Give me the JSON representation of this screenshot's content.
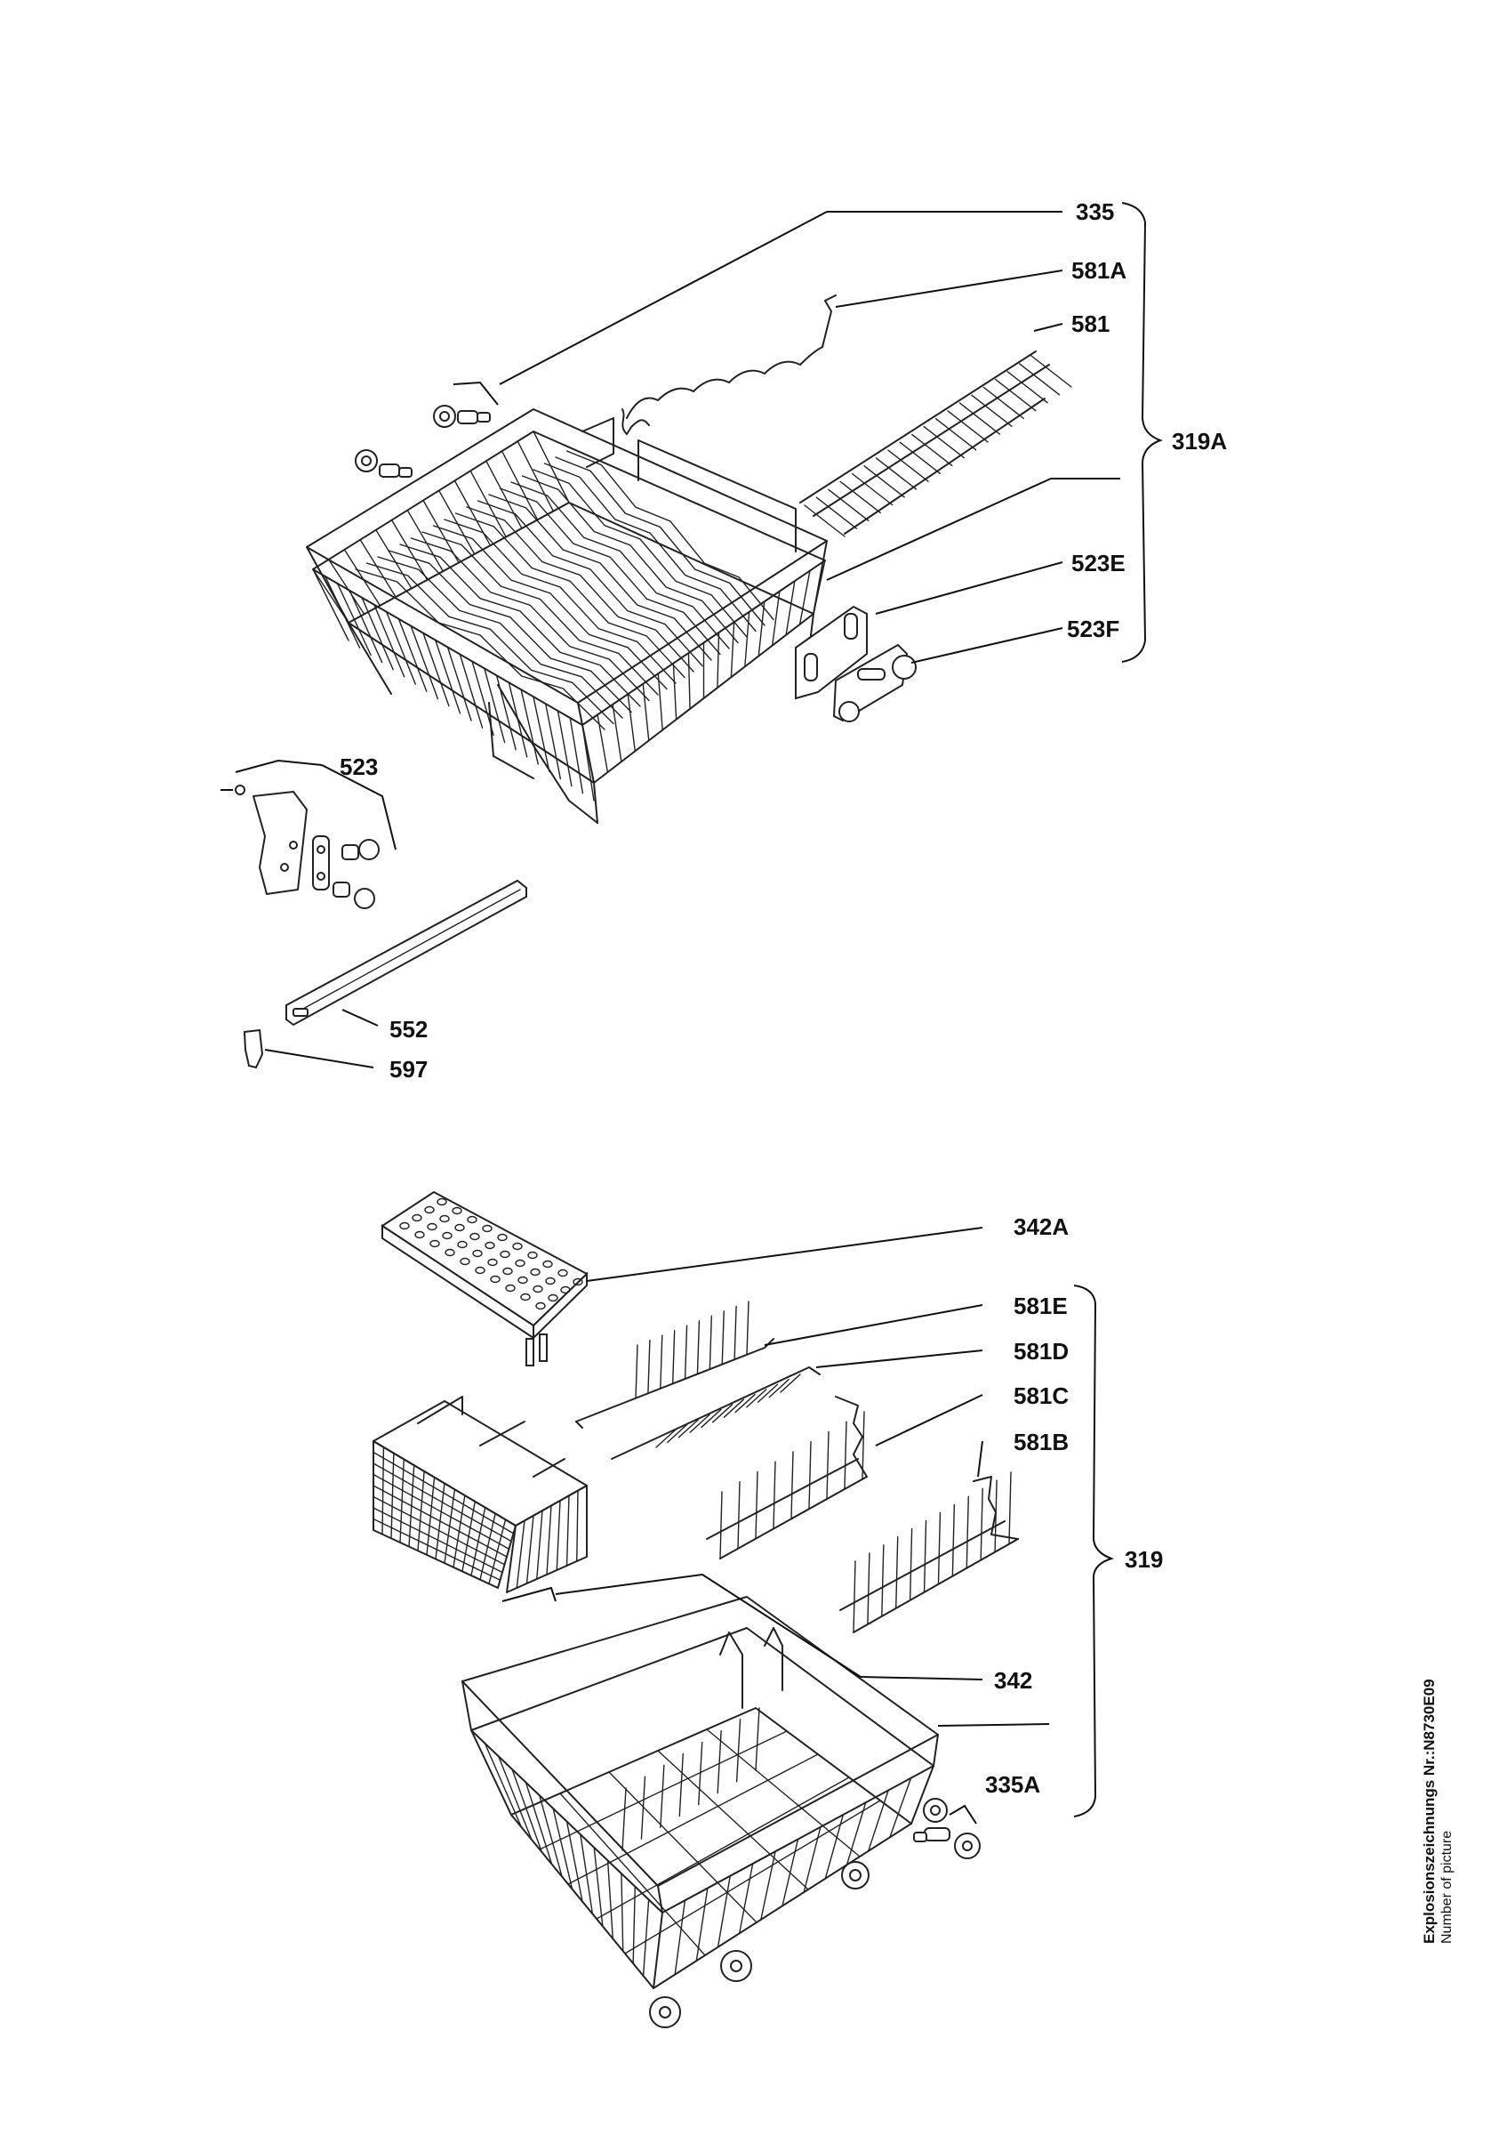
{
  "labels": {
    "p335": "335",
    "p581A": "581A",
    "p581": "581",
    "p319A": "319A",
    "p523E": "523E",
    "p523F": "523F",
    "p523": "523",
    "p552": "552",
    "p597": "597",
    "p342A": "342A",
    "p581E": "581E",
    "p581D": "581D",
    "p581C": "581C",
    "p581B": "581B",
    "p319": "319",
    "p342": "342",
    "p335A": "335A"
  },
  "side_caption": {
    "title": "Explosionszeichnungs Nr.:N8730E09",
    "subtitle": "Number of picture"
  }
}
